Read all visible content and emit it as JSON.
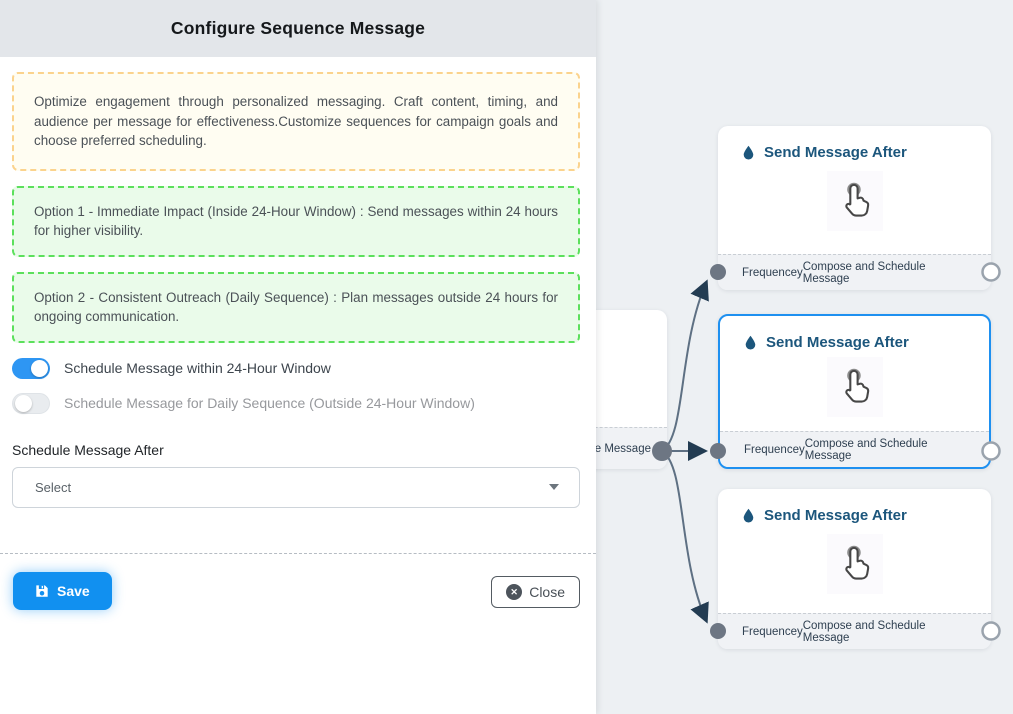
{
  "panel": {
    "header": {
      "title": "Configure Sequence Message"
    },
    "notes": {
      "intro": "Optimize engagement through personalized messaging. Craft content, timing, and audience per message for effectiveness.Customize sequences for campaign goals and choose preferred scheduling.",
      "option1": "Option 1 - Immediate Impact (Inside 24-Hour Window) : Send messages within 24 hours for higher visibility.",
      "option2": "Option 2 - Consistent Outreach (Daily Sequence) : Plan messages outside 24 hours for ongoing communication."
    },
    "toggles": [
      {
        "label": "Schedule Message within 24-Hour Window",
        "state": "on"
      },
      {
        "label": "Schedule Message for Daily Sequence (Outside 24-Hour Window)",
        "state": "off"
      }
    ],
    "schedule_after": {
      "label": "Schedule Message After",
      "placeholder": "Select"
    },
    "buttons": {
      "save": "Save",
      "close": "Close"
    }
  },
  "canvas": {
    "partial_node": {
      "visible_label": "ce Message"
    },
    "nodes": [
      {
        "title": "Send Message After",
        "left_port_label": "Frequencey",
        "right_port_label": "Compose and Schedule Message",
        "selected": false
      },
      {
        "title": "Send Message After",
        "left_port_label": "Frequencey",
        "right_port_label": "Compose and Schedule Message",
        "selected": true
      },
      {
        "title": "Send Message After",
        "left_port_label": "Frequencey",
        "right_port_label": "Compose and Schedule Message",
        "selected": false
      }
    ]
  },
  "colors": {
    "accent_blue": "#1e90f0",
    "toggle_on": "#2e96f3",
    "save_button": "#1190f0",
    "node_title": "#1c567c",
    "edge": "#5e7083",
    "yellow_note_border": "#fbd38d",
    "green_note_border": "#5ce05c"
  }
}
